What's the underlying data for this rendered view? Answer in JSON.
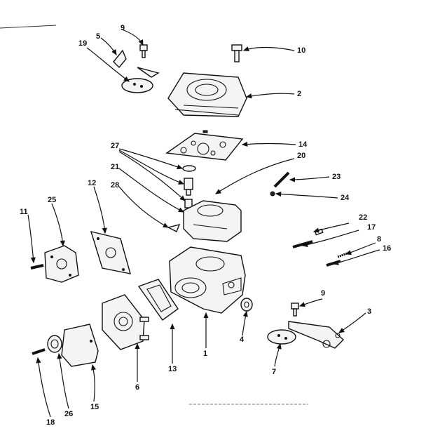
{
  "labels": {
    "l1": "1",
    "l2": "2",
    "l3": "3",
    "l4": "4",
    "l5": "5",
    "l6": "6",
    "l7": "7",
    "l8": "8",
    "l9a": "9",
    "l9b": "9",
    "l10": "10",
    "l11": "11",
    "l12": "12",
    "l13": "13",
    "l14": "14",
    "l15": "15",
    "l16": "16",
    "l17": "17",
    "l18": "18",
    "l19": "19",
    "l20": "20",
    "l21": "21",
    "l22": "22",
    "l23": "23",
    "l24": "24",
    "l25": "25",
    "l26": "26",
    "l27": "27",
    "l28": "28"
  },
  "colors": {
    "ink": "#111111",
    "paper": "#ffffff"
  }
}
